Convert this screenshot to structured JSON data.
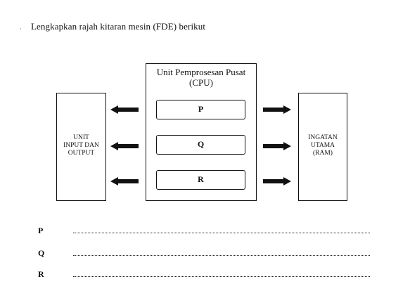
{
  "question": {
    "mark": "·",
    "text": "Lengkapkan rajah kitaran mesin (FDE) berikut"
  },
  "diagram": {
    "input_box_label": "UNIT\nINPUT DAN\nOUTPUT",
    "cpu_title": "Unit Pemprosesan Pusat\n(CPU)",
    "cpu_slots": [
      "P",
      "Q",
      "R"
    ],
    "ram_box_label": "INGATAN\nUTAMA\n(RAM)"
  },
  "answers": [
    {
      "letter": "P"
    },
    {
      "letter": "Q"
    },
    {
      "letter": "R"
    }
  ]
}
